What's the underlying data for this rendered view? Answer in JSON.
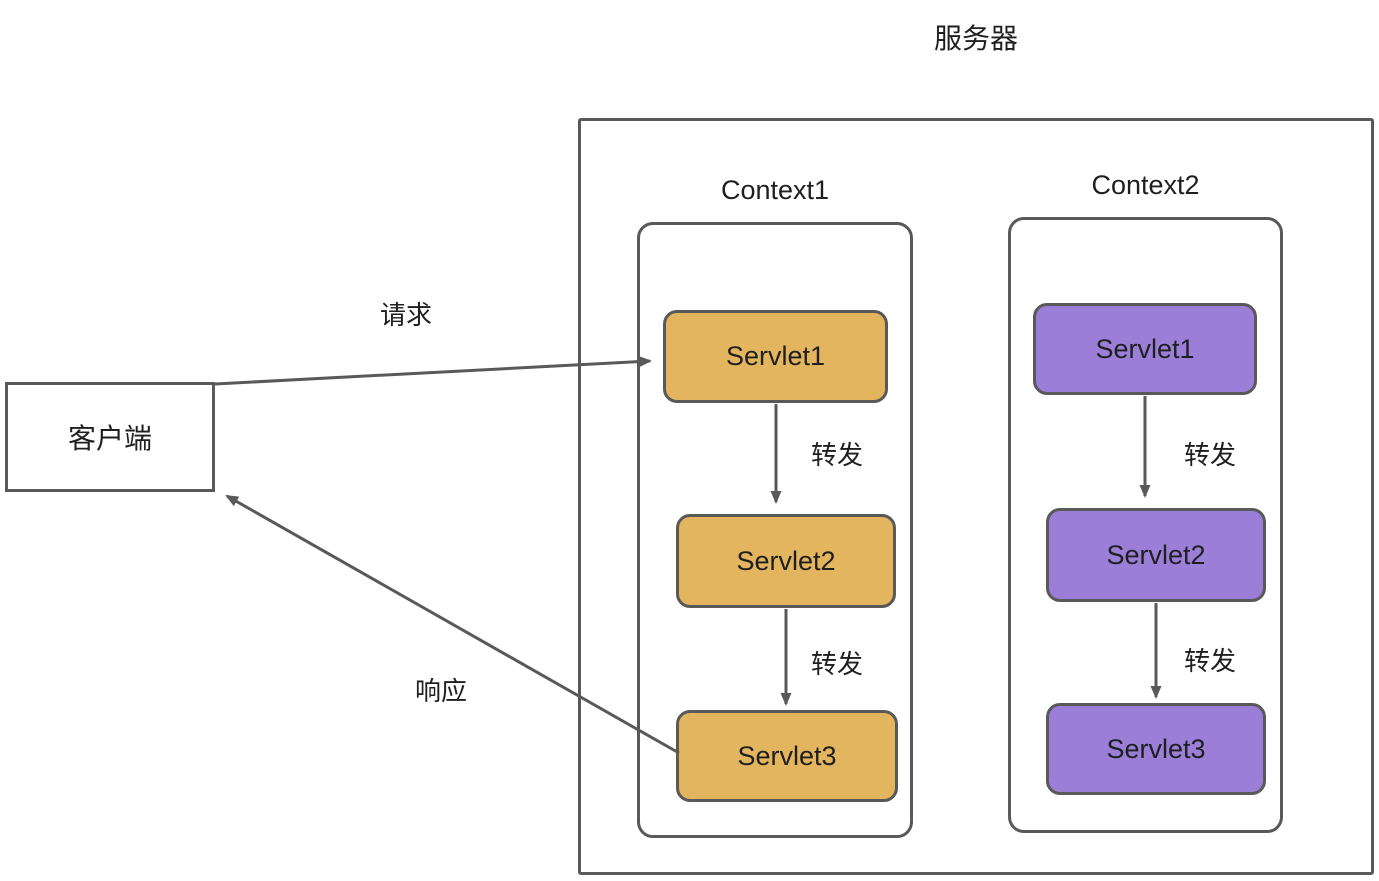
{
  "title": "服务器",
  "client": {
    "label": "客户端"
  },
  "edges": {
    "request_label": "请求",
    "response_label": "响应"
  },
  "contexts": [
    {
      "label": "Context1",
      "theme": "gold",
      "servlets": [
        "Servlet1",
        "Servlet2",
        "Servlet3"
      ],
      "forward_labels": [
        "转发",
        "转发"
      ]
    },
    {
      "label": "Context2",
      "theme": "purple",
      "servlets": [
        "Servlet1",
        "Servlet2",
        "Servlet3"
      ],
      "forward_labels": [
        "转发",
        "转发"
      ]
    }
  ],
  "colors": {
    "stroke": "#595959",
    "gold_fill": "#E2B55E",
    "purple_fill": "#9B7ED8",
    "text": "#1F1F1F",
    "background": "#FFFFFF"
  }
}
